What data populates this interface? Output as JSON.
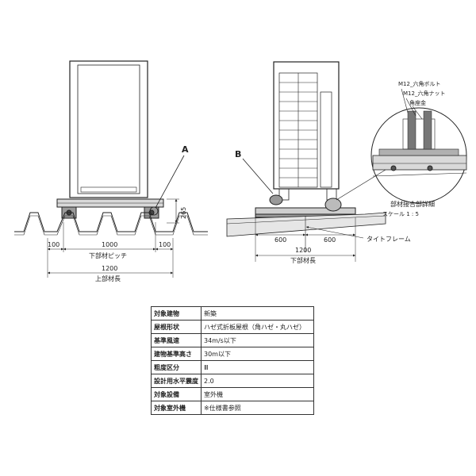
{
  "front_view": {
    "label_a": "A",
    "dim_height": "265",
    "dim_left": "100",
    "dim_mid": "1000",
    "dim_right": "100",
    "lower_pitch_label": "下部材ピッチ",
    "upper_length_value": "1200",
    "upper_length_label": "上部材長"
  },
  "side_view": {
    "label_b": "B",
    "dim_left": "600",
    "dim_right": "600",
    "tie_frame_label": "タイトフレーム",
    "lower_length_value": "1200",
    "lower_length_label": "下部材長"
  },
  "detail": {
    "bolt_label": "M12_六角ボルト",
    "nut_label": "M12_六角ナット",
    "washer_label": "角座金",
    "title": "部材接合部詳細",
    "scale": "スケール 1 : 5"
  },
  "spec_table": [
    {
      "key": "対象建物",
      "value": "新築"
    },
    {
      "key": "屋根形状",
      "value": "ハゼ式折板屋根（角ハゼ・丸ハゼ）"
    },
    {
      "key": "基準風速",
      "value": "34m/s以下"
    },
    {
      "key": "建物基準高さ",
      "value": "30m以下"
    },
    {
      "key": "粗度区分",
      "value": "Ⅲ"
    },
    {
      "key": "設計用水平震度",
      "value": "2.0"
    },
    {
      "key": "対象設備",
      "value": "室外機"
    },
    {
      "key": "対象室外機",
      "value": "※仕様書参照"
    }
  ]
}
